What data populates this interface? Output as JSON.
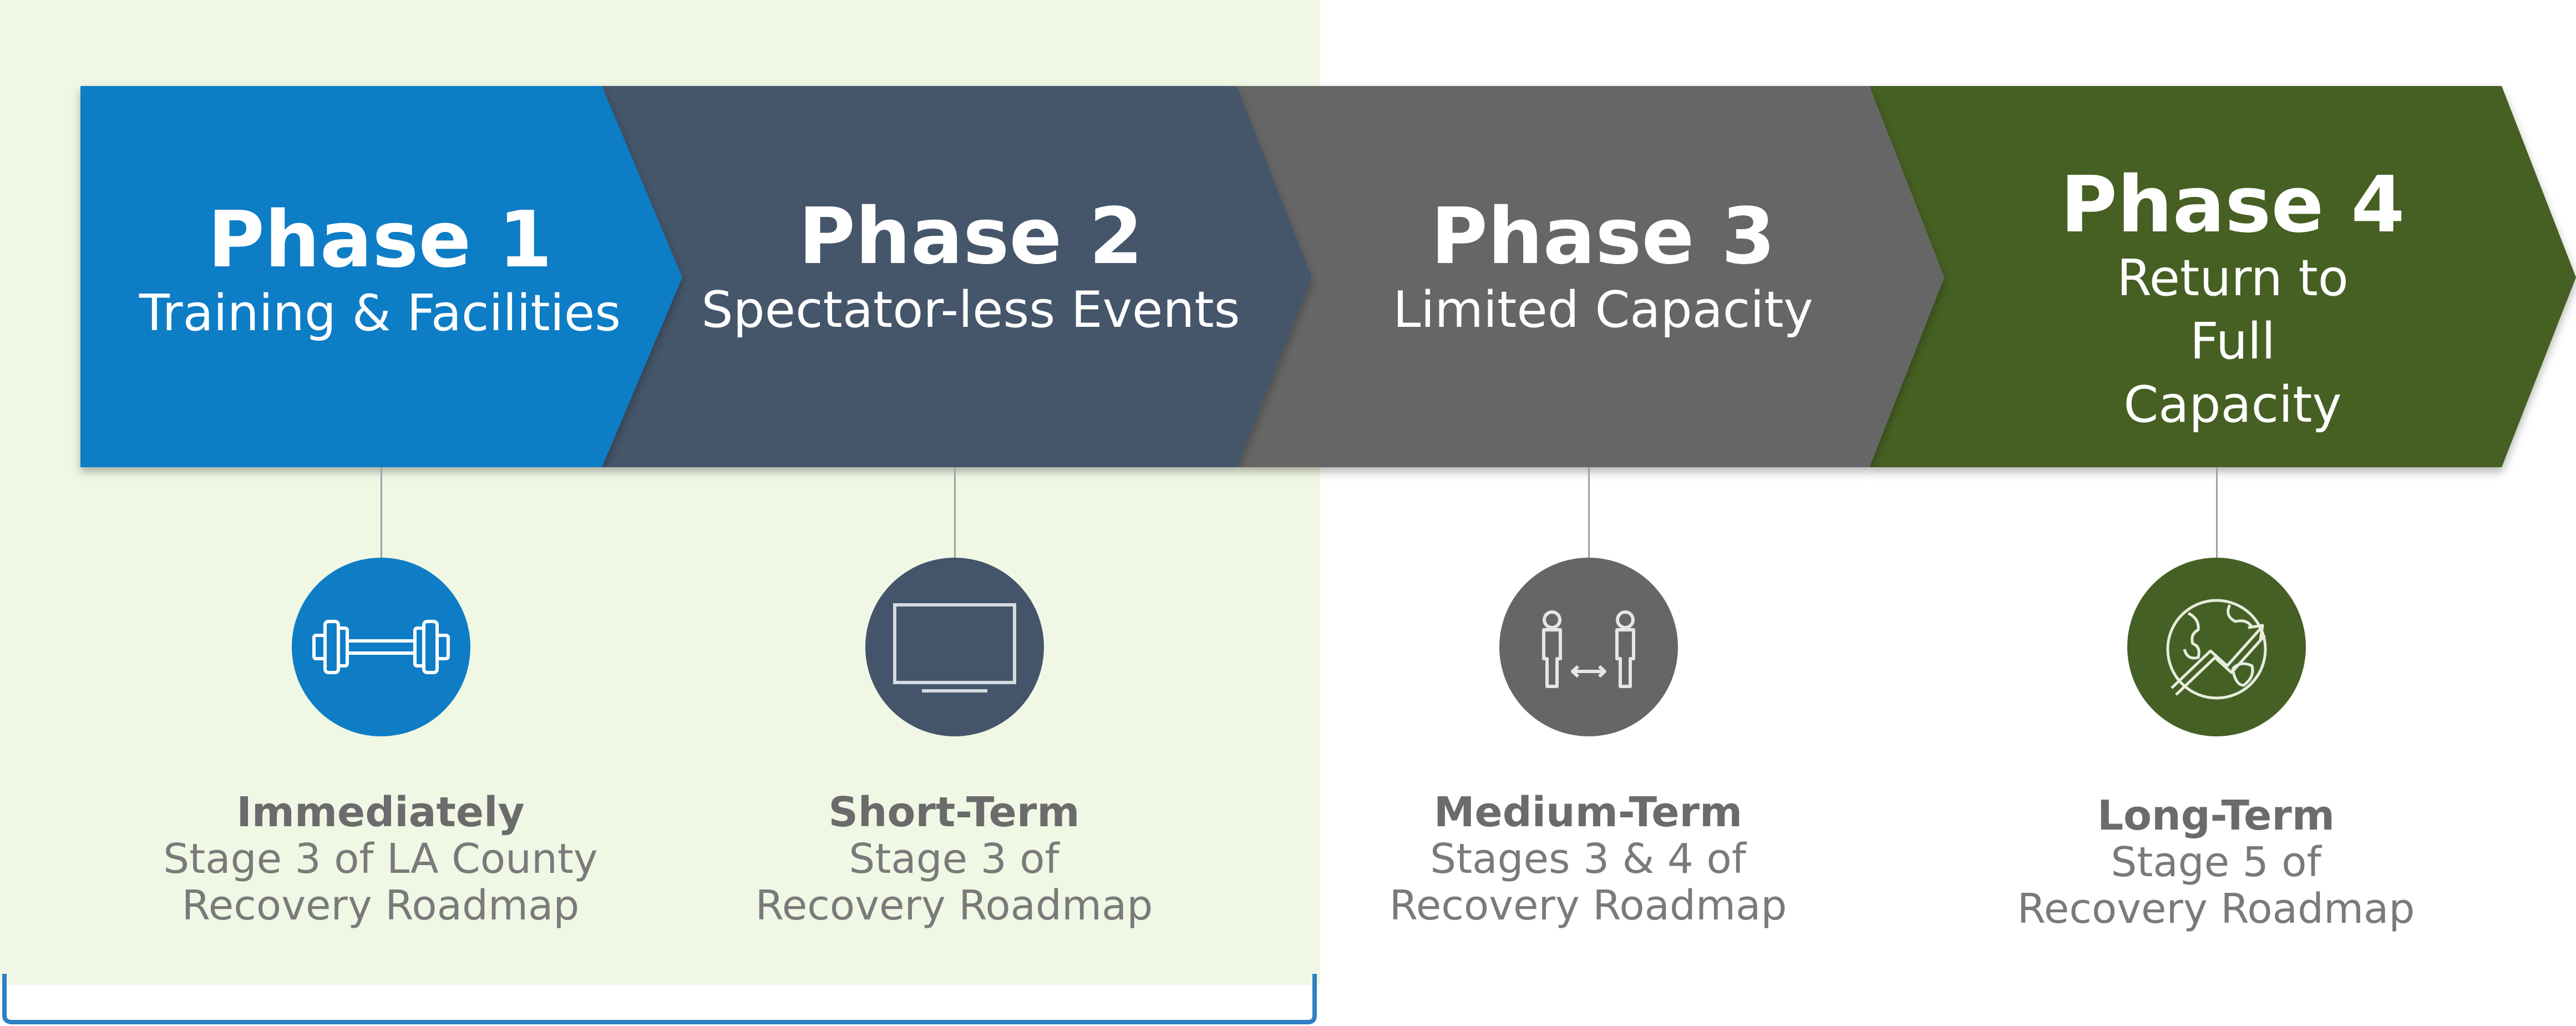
{
  "colors": {
    "phase1": "#0f7dc6",
    "phase2": "#44546a",
    "phase3": "#666666",
    "phase4": "#456024",
    "highlight": "#f0f8e5",
    "bracket": "#2f80c4"
  },
  "phases": [
    {
      "title": "Phase 1",
      "subtitle": "Training & Facilities",
      "icon": "dumbbell-icon",
      "timing_label": "Immediately",
      "timing_desc": "Stage 3 of LA County\nRecovery Roadmap"
    },
    {
      "title": "Phase 2",
      "subtitle": "Spectator-less Events",
      "icon": "tv-screen-icon",
      "timing_label": "Short-Term",
      "timing_desc": "Stage 3 of\nRecovery Roadmap"
    },
    {
      "title": "Phase 3",
      "subtitle": "Limited Capacity",
      "icon": "social-distance-icon",
      "timing_label": "Medium-Term",
      "timing_desc": "Stages 3 & 4 of\nRecovery Roadmap"
    },
    {
      "title": "Phase 4",
      "subtitle": "Return to Full Capacity",
      "icon": "globe-growth-icon",
      "timing_label": "Long-Term",
      "timing_desc": "Stage 5 of\nRecovery Roadmap"
    }
  ]
}
